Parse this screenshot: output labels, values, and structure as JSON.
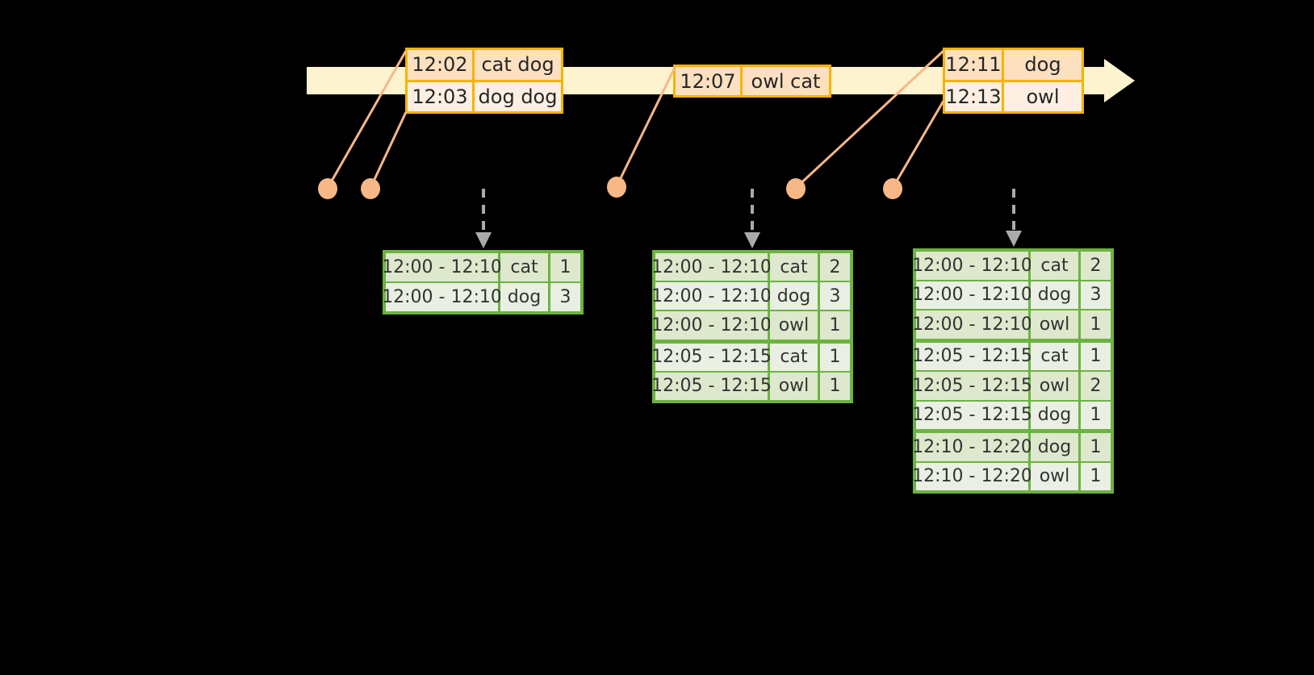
{
  "diagram": {
    "type": "windowed-aggregation-timeline",
    "colors": {
      "background": "#000000",
      "timeline_fill": "#fdf3cf",
      "event_border": "#f5b301",
      "event_shade_dark": "#fce0c0",
      "event_shade_light": "#fdf0e2",
      "connector": "#f7b787",
      "dot": "#f7b787",
      "table_border": "#6cb33f",
      "table_shade_dark": "#dde8cd",
      "table_shade_light": "#eaefe4",
      "arrow_gray": "#aaaaaa",
      "text": "#333333"
    }
  },
  "timeline": {
    "events": [
      {
        "id": "event-group-1",
        "rows": [
          {
            "time": "12:02",
            "words": "cat dog"
          },
          {
            "time": "12:03",
            "words": "dog dog"
          }
        ]
      },
      {
        "id": "event-group-2",
        "rows": [
          {
            "time": "12:07",
            "words": "owl cat"
          }
        ]
      },
      {
        "id": "event-group-3",
        "rows": [
          {
            "time": "12:11",
            "words": "dog"
          },
          {
            "time": "12:13",
            "words": "owl"
          }
        ]
      }
    ]
  },
  "tables": [
    {
      "id": "result-table-1",
      "rows": [
        {
          "window": "12:00 - 12:10",
          "key": "cat",
          "count": "1"
        },
        {
          "window": "12:00 - 12:10",
          "key": "dog",
          "count": "3"
        }
      ]
    },
    {
      "id": "result-table-2",
      "rows": [
        {
          "window": "12:00 - 12:10",
          "key": "cat",
          "count": "2"
        },
        {
          "window": "12:00 - 12:10",
          "key": "dog",
          "count": "3"
        },
        {
          "window": "12:00 - 12:10",
          "key": "owl",
          "count": "1"
        },
        {
          "window": "12:05 - 12:15",
          "key": "cat",
          "count": "1"
        },
        {
          "window": "12:05 - 12:15",
          "key": "owl",
          "count": "1"
        }
      ]
    },
    {
      "id": "result-table-3",
      "rows": [
        {
          "window": "12:00 - 12:10",
          "key": "cat",
          "count": "2"
        },
        {
          "window": "12:00 - 12:10",
          "key": "dog",
          "count": "3"
        },
        {
          "window": "12:00 - 12:10",
          "key": "owl",
          "count": "1"
        },
        {
          "window": "12:05 - 12:15",
          "key": "cat",
          "count": "1"
        },
        {
          "window": "12:05 - 12:15",
          "key": "owl",
          "count": "2"
        },
        {
          "window": "12:05 - 12:15",
          "key": "dog",
          "count": "1"
        },
        {
          "window": "12:10 - 12:20",
          "key": "dog",
          "count": "1"
        },
        {
          "window": "12:10 - 12:20",
          "key": "owl",
          "count": "1"
        }
      ]
    }
  ]
}
